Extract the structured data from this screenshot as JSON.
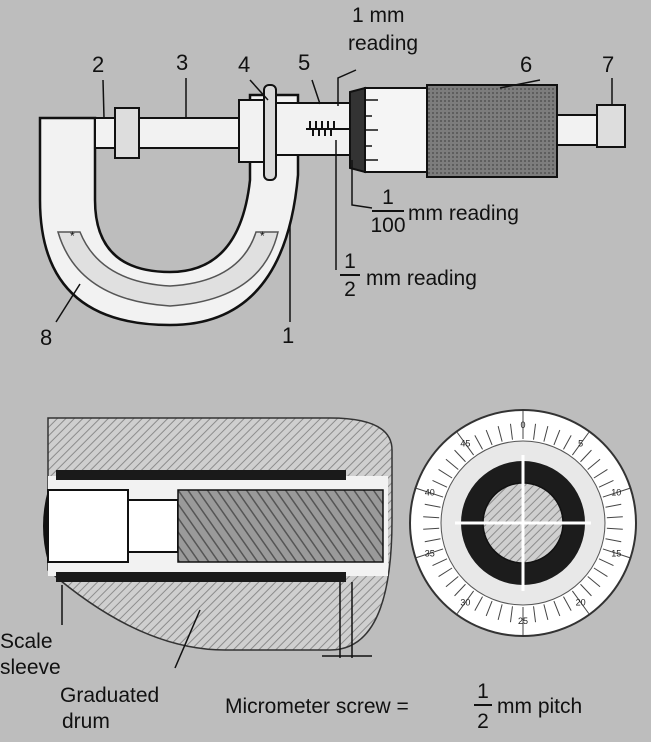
{
  "part_numbers": [
    "1",
    "2",
    "3",
    "4",
    "5",
    "6",
    "7",
    "8"
  ],
  "readings": {
    "one_mm_line1": "1 mm",
    "one_mm_line2": "reading",
    "hundredth_num": "1",
    "hundredth_den": "100",
    "hundredth_text": "mm reading",
    "half_num": "1",
    "half_den": "2",
    "half_text": "mm reading"
  },
  "lower_labels": {
    "scale_line1": "Scale",
    "scale_line2": "sleeve",
    "drum_line1": "Graduated",
    "drum_line2": "drum",
    "screw_text": "Micrometer screw =",
    "screw_num": "1",
    "screw_den": "2",
    "screw_unit": "mm pitch"
  },
  "dial_ticks": [
    "0",
    "5",
    "10",
    "15",
    "20",
    "25",
    "30",
    "35",
    "40",
    "45"
  ],
  "colors": {
    "background": "#bdbdbd",
    "frame": "#f2f2f2",
    "drum": "#8a8a8a",
    "ink": "#111111"
  }
}
